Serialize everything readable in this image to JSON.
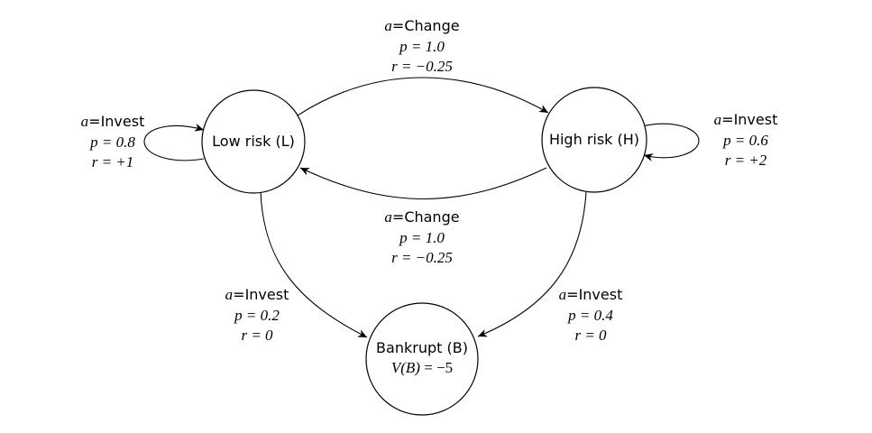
{
  "states": {
    "low": {
      "label": "Low risk (L)"
    },
    "high": {
      "label": "High risk (H)"
    },
    "bankrupt": {
      "label": "Bankrupt (B)",
      "value_lhs": "V(B)",
      "value_rhs": " = −5"
    }
  },
  "edges": {
    "low_to_high": {
      "action_var": "a",
      "action": "=Change",
      "p": "p = 1.0",
      "r": "r = −0.25"
    },
    "high_to_low": {
      "action_var": "a",
      "action": "=Change",
      "p": "p = 1.0",
      "r": "r = −0.25"
    },
    "low_self": {
      "action_var": "a",
      "action": "=Invest",
      "p": "p = 0.8",
      "r": "r = +1"
    },
    "high_self": {
      "action_var": "a",
      "action": "=Invest",
      "p": "p = 0.6",
      "r": "r = +2"
    },
    "low_to_bankrupt": {
      "action_var": "a",
      "action": "=Invest",
      "p": "p = 0.2",
      "r": "r = 0"
    },
    "high_to_bankrupt": {
      "action_var": "a",
      "action": "=Invest",
      "p": "p = 0.4",
      "r": "r = 0"
    }
  }
}
